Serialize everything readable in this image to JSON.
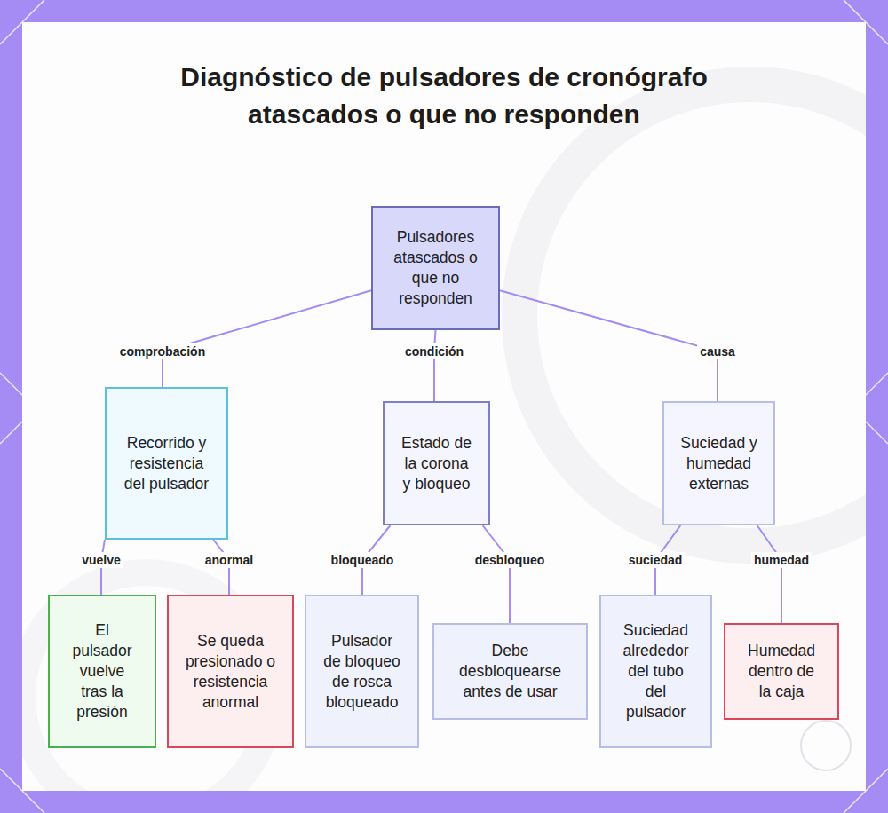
{
  "diagram": {
    "title": "Diagnóstico de pulsadores de cronógrafo atascados o que no responden",
    "nodes": [
      {
        "text": [
          "Pulsadores atascados o que no responden"
        ]
      },
      {
        "text": [
          "Recorrido y resistencia del pulsador"
        ]
      },
      {
        "text": [
          "Estado de la corona y bloqueo"
        ]
      },
      {
        "text": [
          "Suciedad y humedad externas"
        ]
      },
      {
        "text": [
          "El pulsador vuelve tras la presión"
        ]
      },
      {
        "text": [
          "Se queda presionado o resistencia anormal"
        ]
      },
      {
        "text": [
          "Pulsador de bloqueo de rosca bloqueado"
        ]
      },
      {
        "text": [
          "Debe desbloquearse antes de usar"
        ]
      },
      {
        "text": [
          "Suciedad alrededor del tubo del pulsador"
        ]
      },
      {
        "text": [
          "Humedad dentro de la caja"
        ]
      }
    ],
    "edges": [
      {
        "from": 0,
        "to": 1,
        "label": "comprobación",
        "arrow": "none"
      },
      {
        "from": 0,
        "to": 2,
        "label": "condición",
        "arrow": "none"
      },
      {
        "from": 0,
        "to": 3,
        "label": "causa",
        "arrow": "none"
      },
      {
        "from": 1,
        "to": 4,
        "label": "vuelve",
        "arrow": "none"
      },
      {
        "from": 1,
        "to": 5,
        "label": "anormal",
        "arrow": "none"
      },
      {
        "from": 2,
        "to": 6,
        "label": "bloqueado",
        "arrow": "none"
      },
      {
        "from": 2,
        "to": 7,
        "label": "desbloqueo",
        "arrow": "none"
      },
      {
        "from": 3,
        "to": 8,
        "label": "suciedad",
        "arrow": "none"
      },
      {
        "from": 3,
        "to": 9,
        "label": "humedad",
        "arrow": "none"
      }
    ]
  }
}
